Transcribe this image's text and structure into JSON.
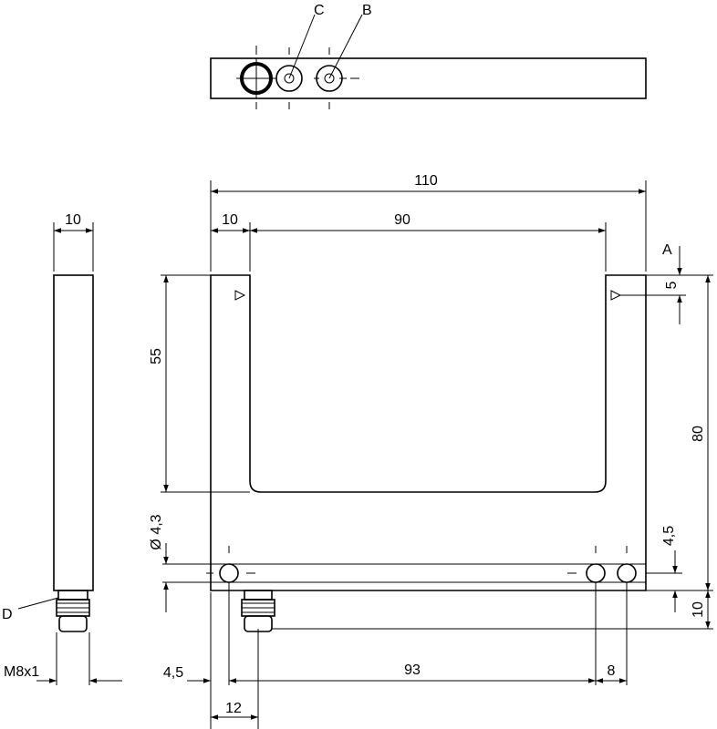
{
  "callouts": {
    "a": "A",
    "b": "B",
    "c": "C",
    "d": "D"
  },
  "dimensions": {
    "overall_width": "110",
    "left_margin": "10",
    "slot_width": "90",
    "side_width": "10",
    "slot_depth": "55",
    "height": "80",
    "a_offset": "5",
    "hole_diameter": "Ø 4,3",
    "hole_height": "4,5",
    "connector_offset": "10",
    "thread": "M8x1",
    "hole_edge": "4,5",
    "hole_spacing": "93",
    "hole_gap": "8",
    "connector_pos": "12"
  }
}
